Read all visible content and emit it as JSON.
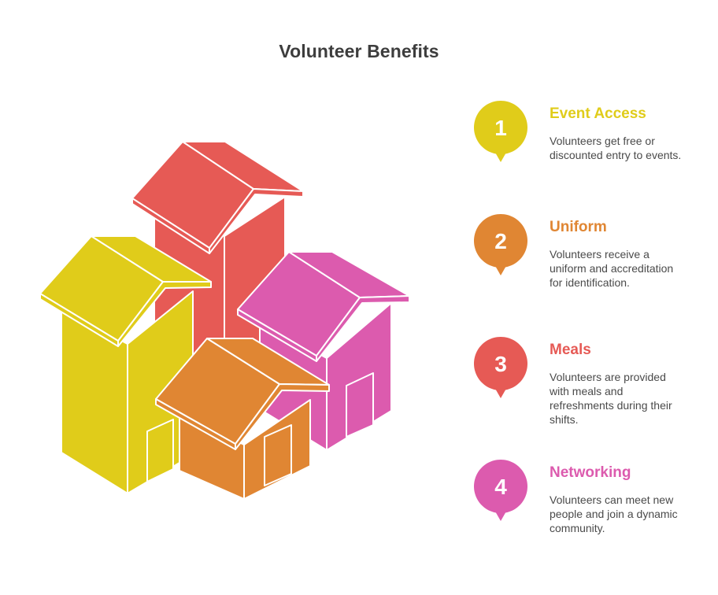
{
  "title": "Volunteer Benefits",
  "colors": {
    "yellow": "#E0CC1A",
    "orange": "#E08633",
    "red": "#E65A55",
    "pink": "#DC5BAE"
  },
  "items": [
    {
      "number": "1",
      "heading": "Event Access",
      "description": "Volunteers get free or discounted entry to events.",
      "color": "#E0CC1A"
    },
    {
      "number": "2",
      "heading": "Uniform",
      "description": "Volunteers receive a uniform and accreditation for identification.",
      "color": "#E08633"
    },
    {
      "number": "3",
      "heading": "Meals",
      "description": "Volunteers are provided with meals and refreshments during their shifts.",
      "color": "#E65A55"
    },
    {
      "number": "4",
      "heading": "Networking",
      "description": "Volunteers can meet new people and join a dynamic community.",
      "color": "#DC5BAE"
    }
  ]
}
